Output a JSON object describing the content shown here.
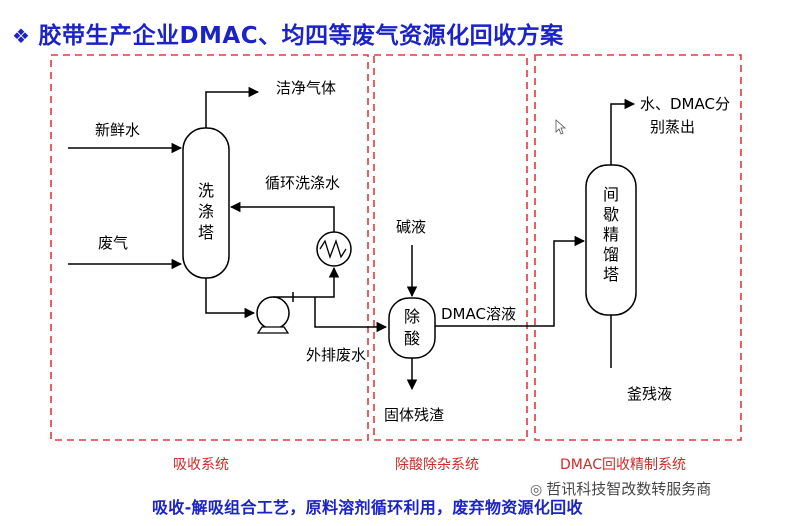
{
  "title": {
    "bullet": "❖",
    "text": "胶带生产企业DMAC、均四等废气资源化回收方案"
  },
  "sections": {
    "absorption": "吸收系统",
    "acid_removal": "除酸除杂系统",
    "refining": "DMAC回收精制系统"
  },
  "inputs": {
    "fresh_water": "新鲜水",
    "waste_gas": "废气"
  },
  "streams": {
    "clean_gas": "洁净气体",
    "recycle_wash_water": "循环洗涤水",
    "wastewater_discharge": "外排废水",
    "alkali": "碱液",
    "dmac_solution": "DMAC溶液",
    "solid_residue": "固体残渣",
    "distillate_line1": "水、DMAC分",
    "distillate_line2": "别蒸出",
    "bottoms": "釜残液"
  },
  "equipment": {
    "scrubber": [
      "洗",
      "涤",
      "塔"
    ],
    "acid_remover": [
      "除",
      "酸"
    ],
    "distill_column": [
      "间",
      "歇",
      "精",
      "馏",
      "塔"
    ]
  },
  "footer": "吸收-解吸组合工艺，原料溶剂循环利用，废弃物资源化回收",
  "watermark": "哲讯科技智改数转服务商",
  "colors": {
    "title": "#1a22c8",
    "dashed_border": "#e03b3b",
    "section_label": "#d02a2a",
    "line": "#000000"
  }
}
